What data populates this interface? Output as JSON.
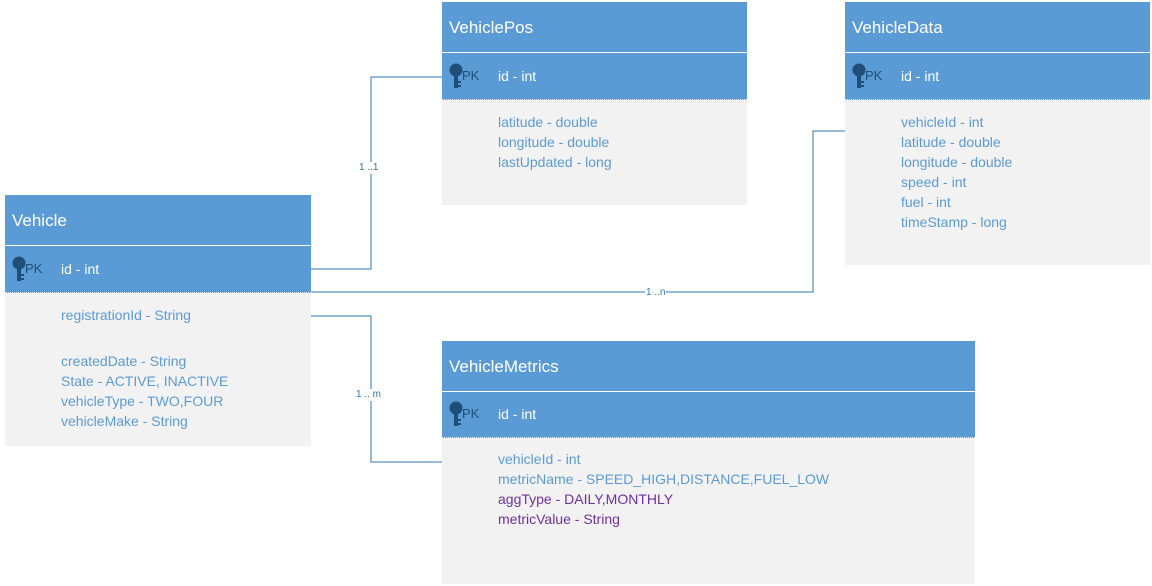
{
  "entities": {
    "vehicle": {
      "name": "Vehicle",
      "pk_label": "PK",
      "pk_field": "id - int",
      "fields": [
        "registrationId - String",
        "createdDate - String",
        "State - ACTIVE, INACTIVE",
        "vehicleType - TWO,FOUR",
        "vehicleMake - String"
      ]
    },
    "vehicle_pos": {
      "name": "VehiclePos",
      "pk_label": "PK",
      "pk_field": "id - int",
      "fields": [
        "latitude - double",
        "longitude - double",
        "lastUpdated - long"
      ]
    },
    "vehicle_data": {
      "name": "VehicleData",
      "pk_label": "PK",
      "pk_field": "id - int",
      "fields": [
        "vehicleId - int",
        "latitude - double",
        "longitude - double",
        "speed - int",
        "fuel - int",
        "timeStamp - long"
      ]
    },
    "vehicle_metrics": {
      "name": "VehicleMetrics",
      "pk_label": "PK",
      "pk_field": "id - int",
      "fields": [
        "vehicleId - int",
        "metricName - SPEED_HIGH,DISTANCE,FUEL_LOW",
        "aggType - DAILY,MONTHLY",
        "metricValue - String"
      ]
    }
  },
  "relationships": {
    "vehicle_pos": "1 ..1",
    "vehicle_data": "1 ..n",
    "vehicle_metrics": "1 .. m"
  },
  "colors": {
    "header": "#5b9bd5",
    "body": "#f2f2f2",
    "field_text": "#5b9bd5",
    "highlight_text": "#7030a0",
    "connector": "#2e75b6"
  },
  "icons": {
    "primary_key": "key-icon"
  }
}
